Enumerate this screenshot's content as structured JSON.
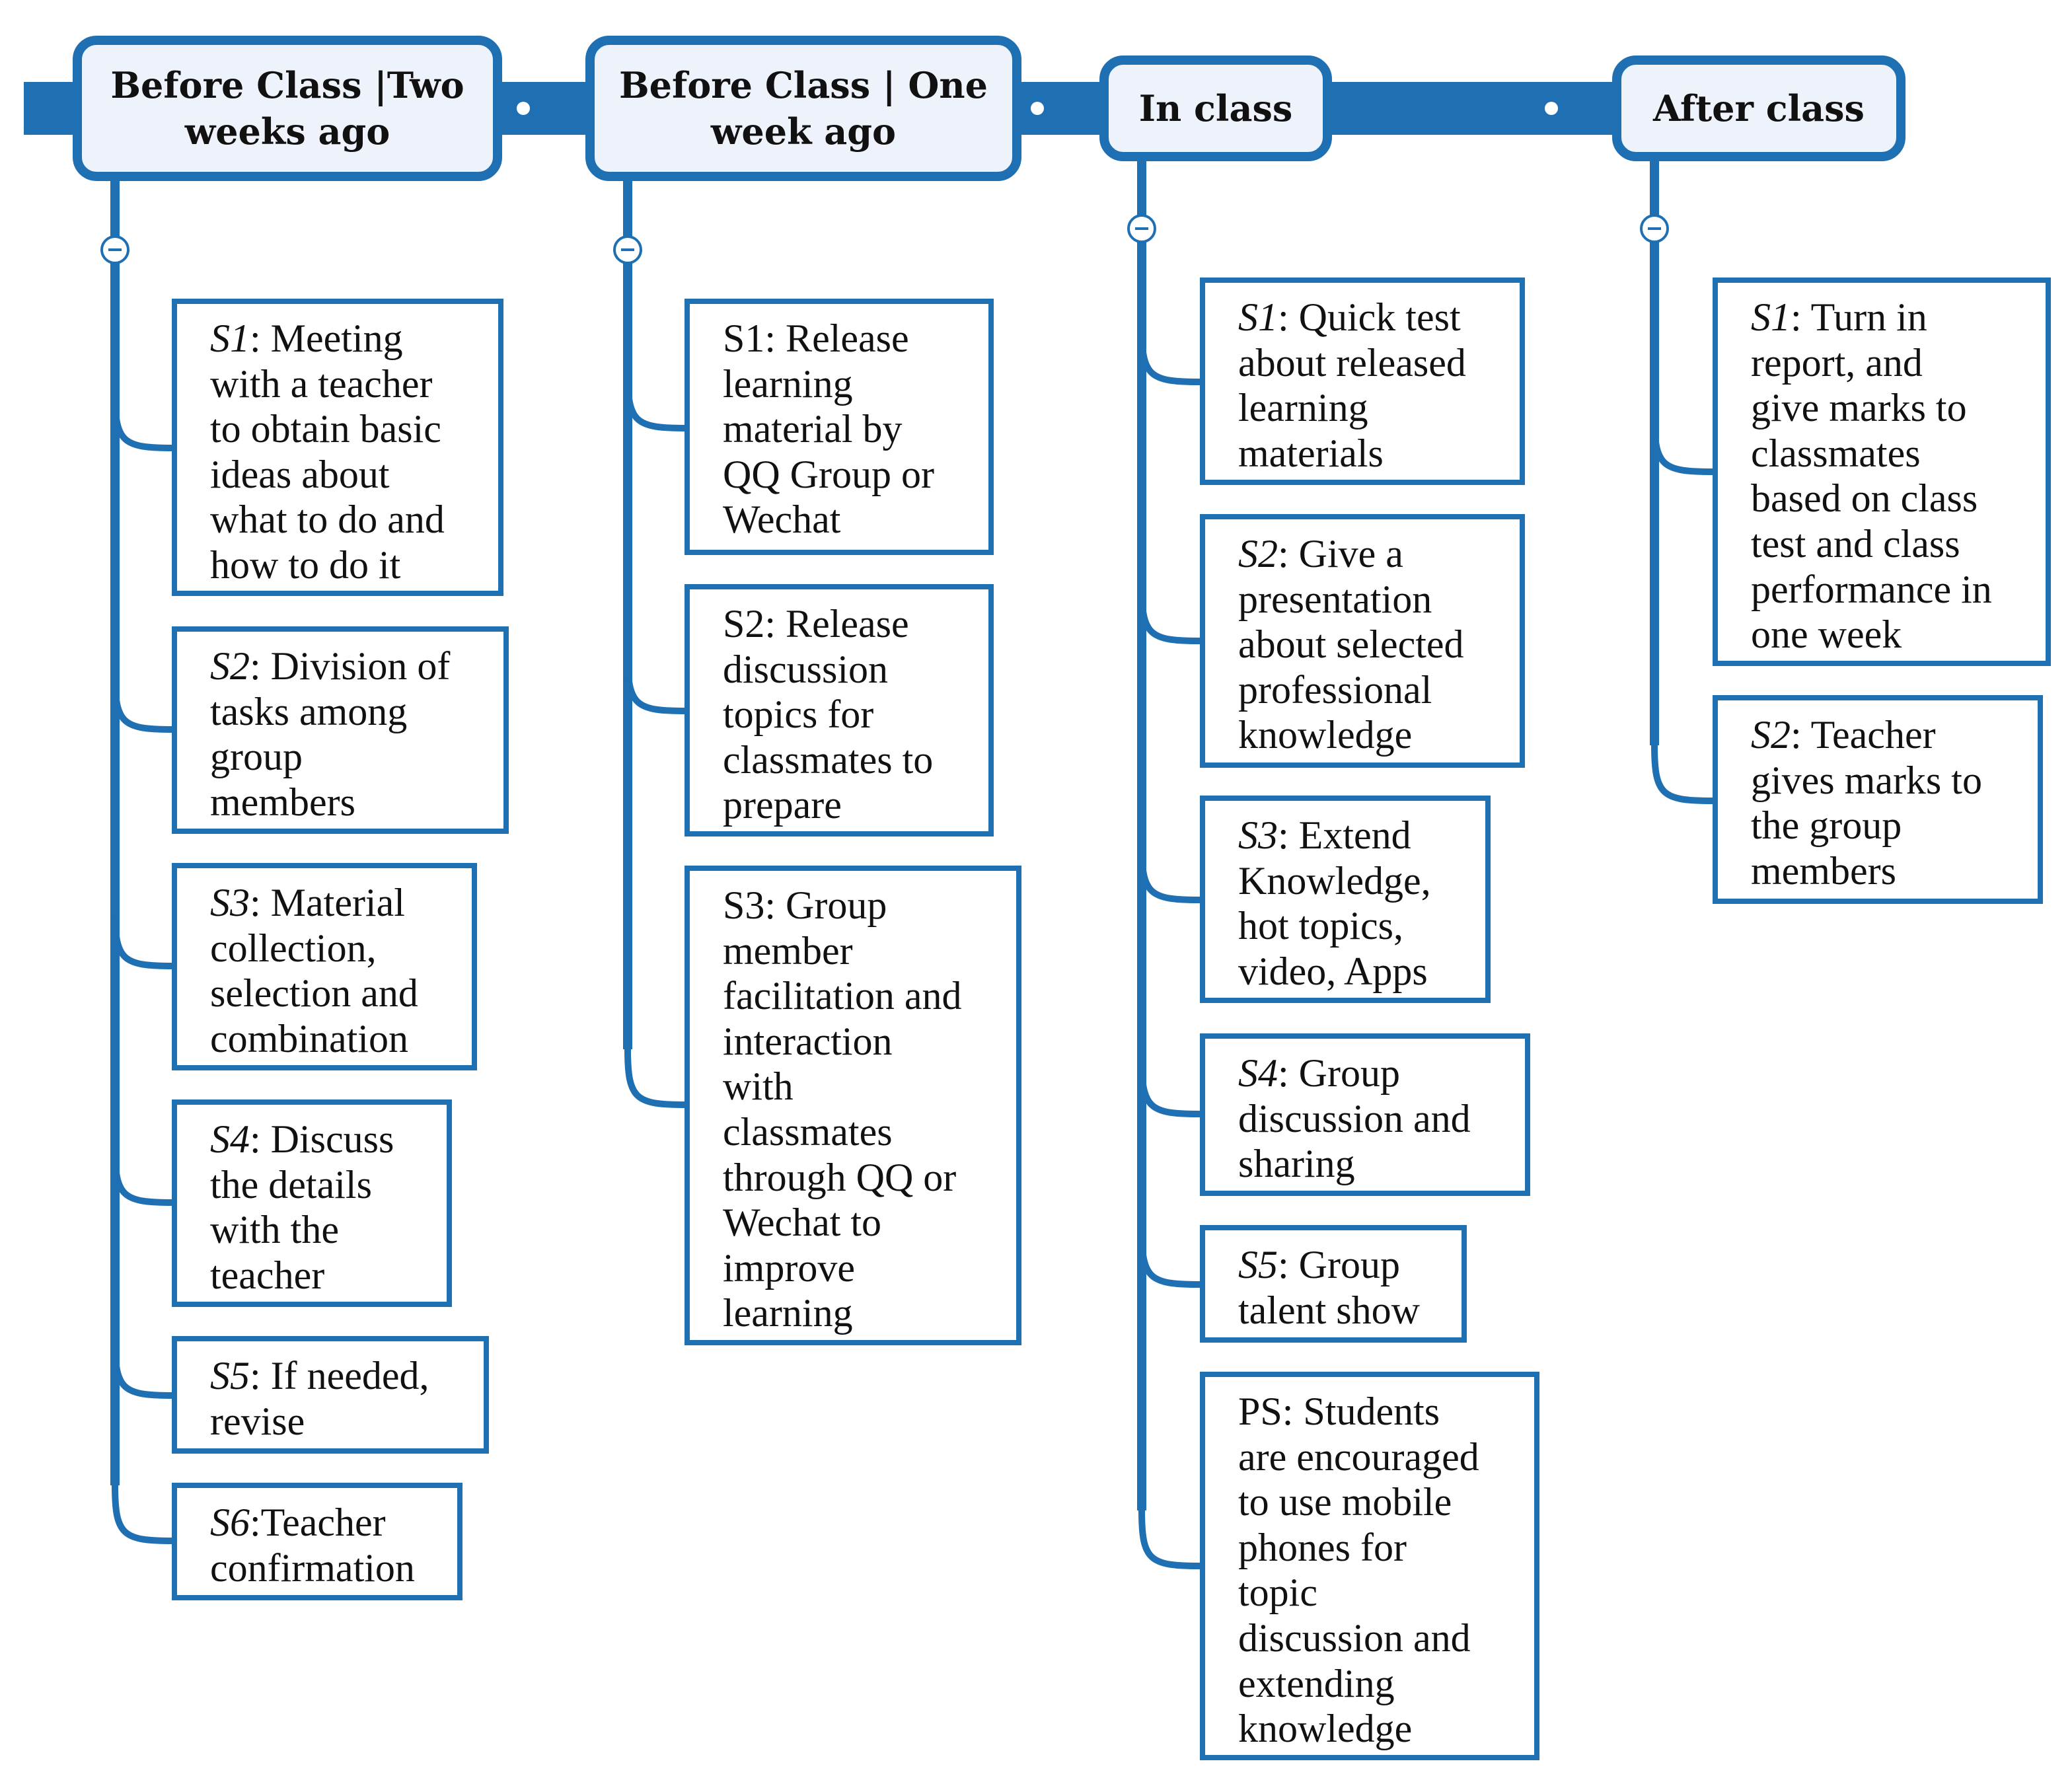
{
  "colors": {
    "line": "#1f6fb3",
    "header_fill": "#eef2fa",
    "text": "#111111"
  },
  "phases": [
    {
      "title": "Before Class |Two\nweeks ago",
      "collapse_icon": "minus-circle-icon",
      "steps": [
        {
          "code": "S1",
          "italic": true,
          "text": ": Meeting\nwith a teacher\nto obtain basic\nideas about\nwhat to do and\nhow to do it"
        },
        {
          "code": "S2",
          "italic": true,
          "text": ": Division of\ntasks among\ngroup\nmembers"
        },
        {
          "code": "S3",
          "italic": true,
          "text": ": Material\ncollection,\nselection and\ncombination"
        },
        {
          "code": "S4",
          "italic": true,
          "text": ": Discuss\nthe details\nwith the\nteacher"
        },
        {
          "code": "S5",
          "italic": true,
          "text": ": If needed,\nrevise"
        },
        {
          "code": "S6",
          "italic": true,
          "text": ":Teacher\nconfirmation"
        }
      ]
    },
    {
      "title": "Before Class | One\nweek ago",
      "collapse_icon": "minus-circle-icon",
      "steps": [
        {
          "code": "S1",
          "italic": false,
          "text": ": Release\nlearning\nmaterial by\nQQ Group or\nWechat"
        },
        {
          "code": "S2",
          "italic": false,
          "text": ": Release\ndiscussion\ntopics for\nclassmates to\nprepare"
        },
        {
          "code": "S3",
          "italic": false,
          "text": ": Group\nmember\nfacilitation and\ninteraction\nwith\nclassmates\nthrough QQ or\nWechat to\nimprove\nlearning"
        }
      ]
    },
    {
      "title": "In class",
      "collapse_icon": "minus-circle-icon",
      "steps": [
        {
          "code": "S1",
          "italic": true,
          "text": ": Quick test\nabout released\nlearning\nmaterials"
        },
        {
          "code": "S2",
          "italic": true,
          "text": ": Give a\npresentation\nabout selected\nprofessional\nknowledge"
        },
        {
          "code": "S3",
          "italic": true,
          "text": ": Extend\nKnowledge,\nhot topics,\nvideo, Apps"
        },
        {
          "code": "S4",
          "italic": true,
          "text": ": Group\ndiscussion and\nsharing"
        },
        {
          "code": "S5",
          "italic": true,
          "text": ": Group\ntalent show"
        },
        {
          "code": "PS",
          "italic": false,
          "text": ": Students\nare encouraged\nto use mobile\nphones for\ntopic\ndiscussion and\nextending\nknowledge"
        }
      ]
    },
    {
      "title": "After class",
      "collapse_icon": "minus-circle-icon",
      "steps": [
        {
          "code": "S1",
          "italic": true,
          "text": ": Turn in\nreport, and\ngive marks to\nclassmates\nbased on class\ntest and class\nperformance in\none week"
        },
        {
          "code": "S2",
          "italic": true,
          "text": ": Teacher\ngives marks to\nthe group\nmembers"
        }
      ]
    }
  ]
}
